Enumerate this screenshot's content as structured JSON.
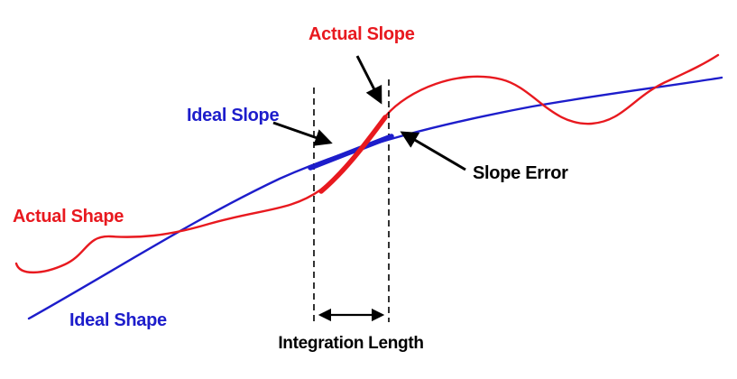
{
  "diagram": {
    "title": "Slope error / integration length diagram",
    "labels": {
      "actual_slope": "Actual Slope",
      "ideal_slope": "Ideal Slope",
      "slope_error": "Slope Error",
      "actual_shape": "Actual Shape",
      "ideal_shape": "Ideal Shape",
      "integration_length": "Integration Length"
    },
    "colors": {
      "actual": "#e8191f",
      "ideal": "#1d1dcb",
      "annotation": "#000000",
      "background": "#ffffff"
    }
  }
}
